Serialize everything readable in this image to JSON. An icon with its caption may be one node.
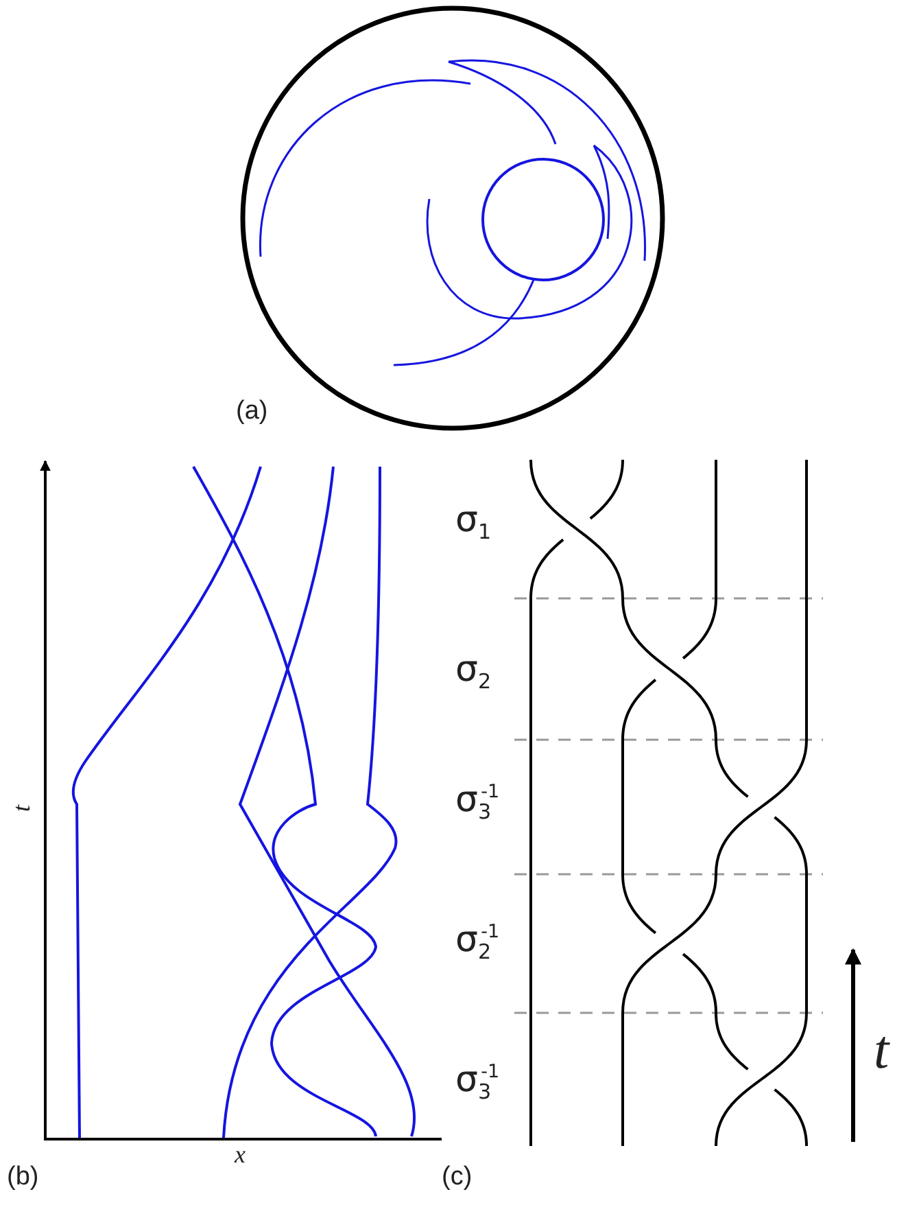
{
  "diagram": {
    "labels": [
      "(a)",
      "t",
      "x",
      "(b)",
      "σ$_{1}$",
      "σ$_{2}$",
      "σ$_{3}$$^{-1}$",
      "σ$_{2}$$^{-1}$",
      "σ$_{3}$$^{-1}$",
      "t",
      "(c)"
    ]
  }
}
